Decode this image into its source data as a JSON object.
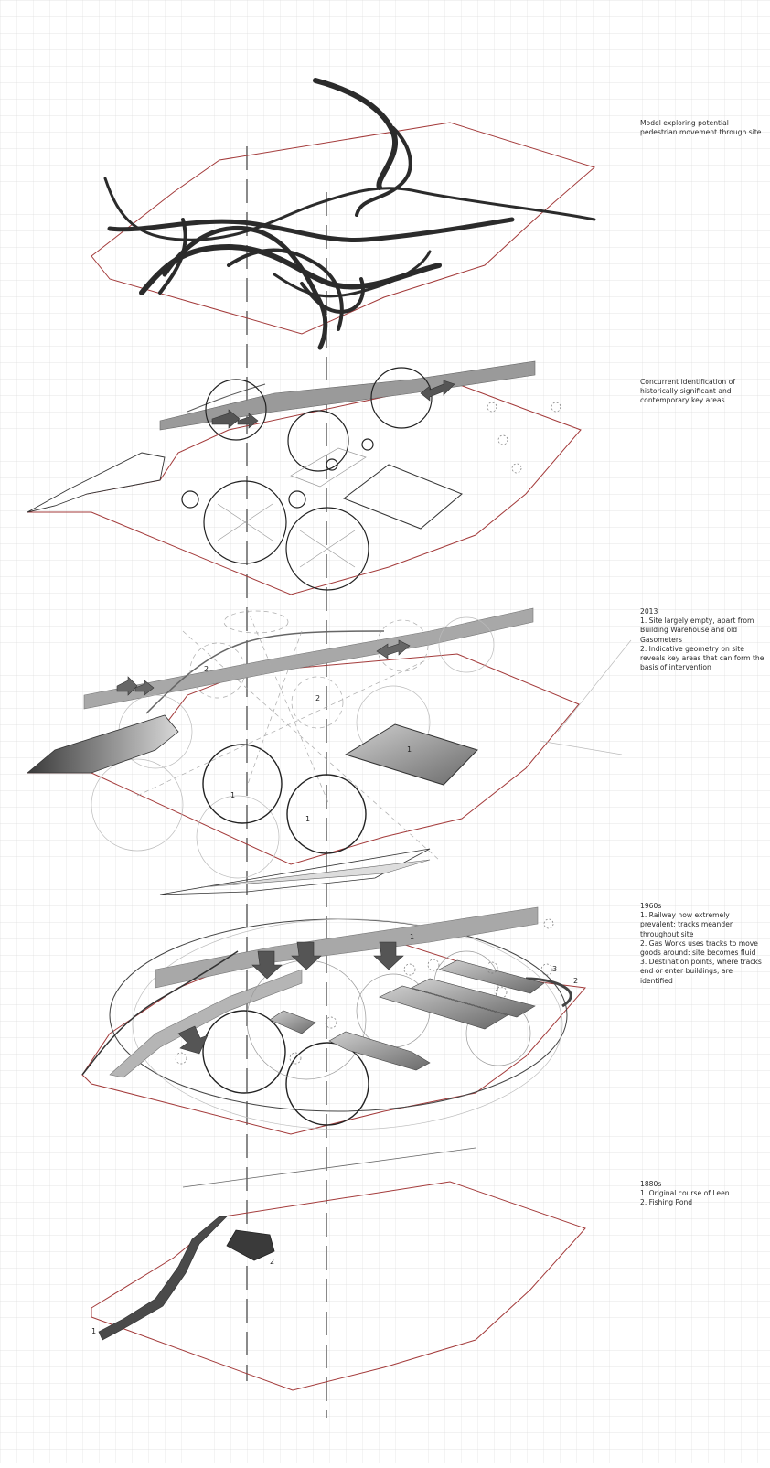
{
  "captions": {
    "movement": {
      "lines": [
        "Model exploring potential pedestrian movement through site"
      ]
    },
    "key_areas": {
      "lines": [
        "Concurrent identification of historically significant and contemporary key areas"
      ]
    },
    "y2013": {
      "lines": [
        "2013",
        "1. Site largely empty, apart from Building Warehouse and old Gasometers",
        "2. Indicative geometry on site reveals key areas that can form the basis of intervention"
      ]
    },
    "y1960s": {
      "lines": [
        "1960s",
        "1. Railway now extremely prevalent; tracks meander throughout site",
        "2. Gas Works uses tracks to move goods around: site becomes fluid",
        "3. Destination points, where tracks end or enter buildings, are identified"
      ]
    },
    "y1880s": {
      "lines": [
        "1880s",
        "1. Original course of Leen",
        "2. Fishing Pond"
      ]
    }
  },
  "markers": {
    "m2013_warehouse": "1",
    "m2013_gas_a": "1",
    "m2013_gas_b": "1",
    "m2013_geom_a": "2",
    "m2013_geom_b": "2",
    "m1960_rail": "1",
    "m1960_tracks": "2",
    "m1960_dest": "3",
    "m1880_leen": "1",
    "m1880_pond": "2"
  },
  "colors": {
    "site_outline": "#a33a3a",
    "grid": "#dcdcdc",
    "axis_dash": "#8a8a8a",
    "ribbon": "#2b2b2b",
    "rail": "#9a9a9a"
  }
}
